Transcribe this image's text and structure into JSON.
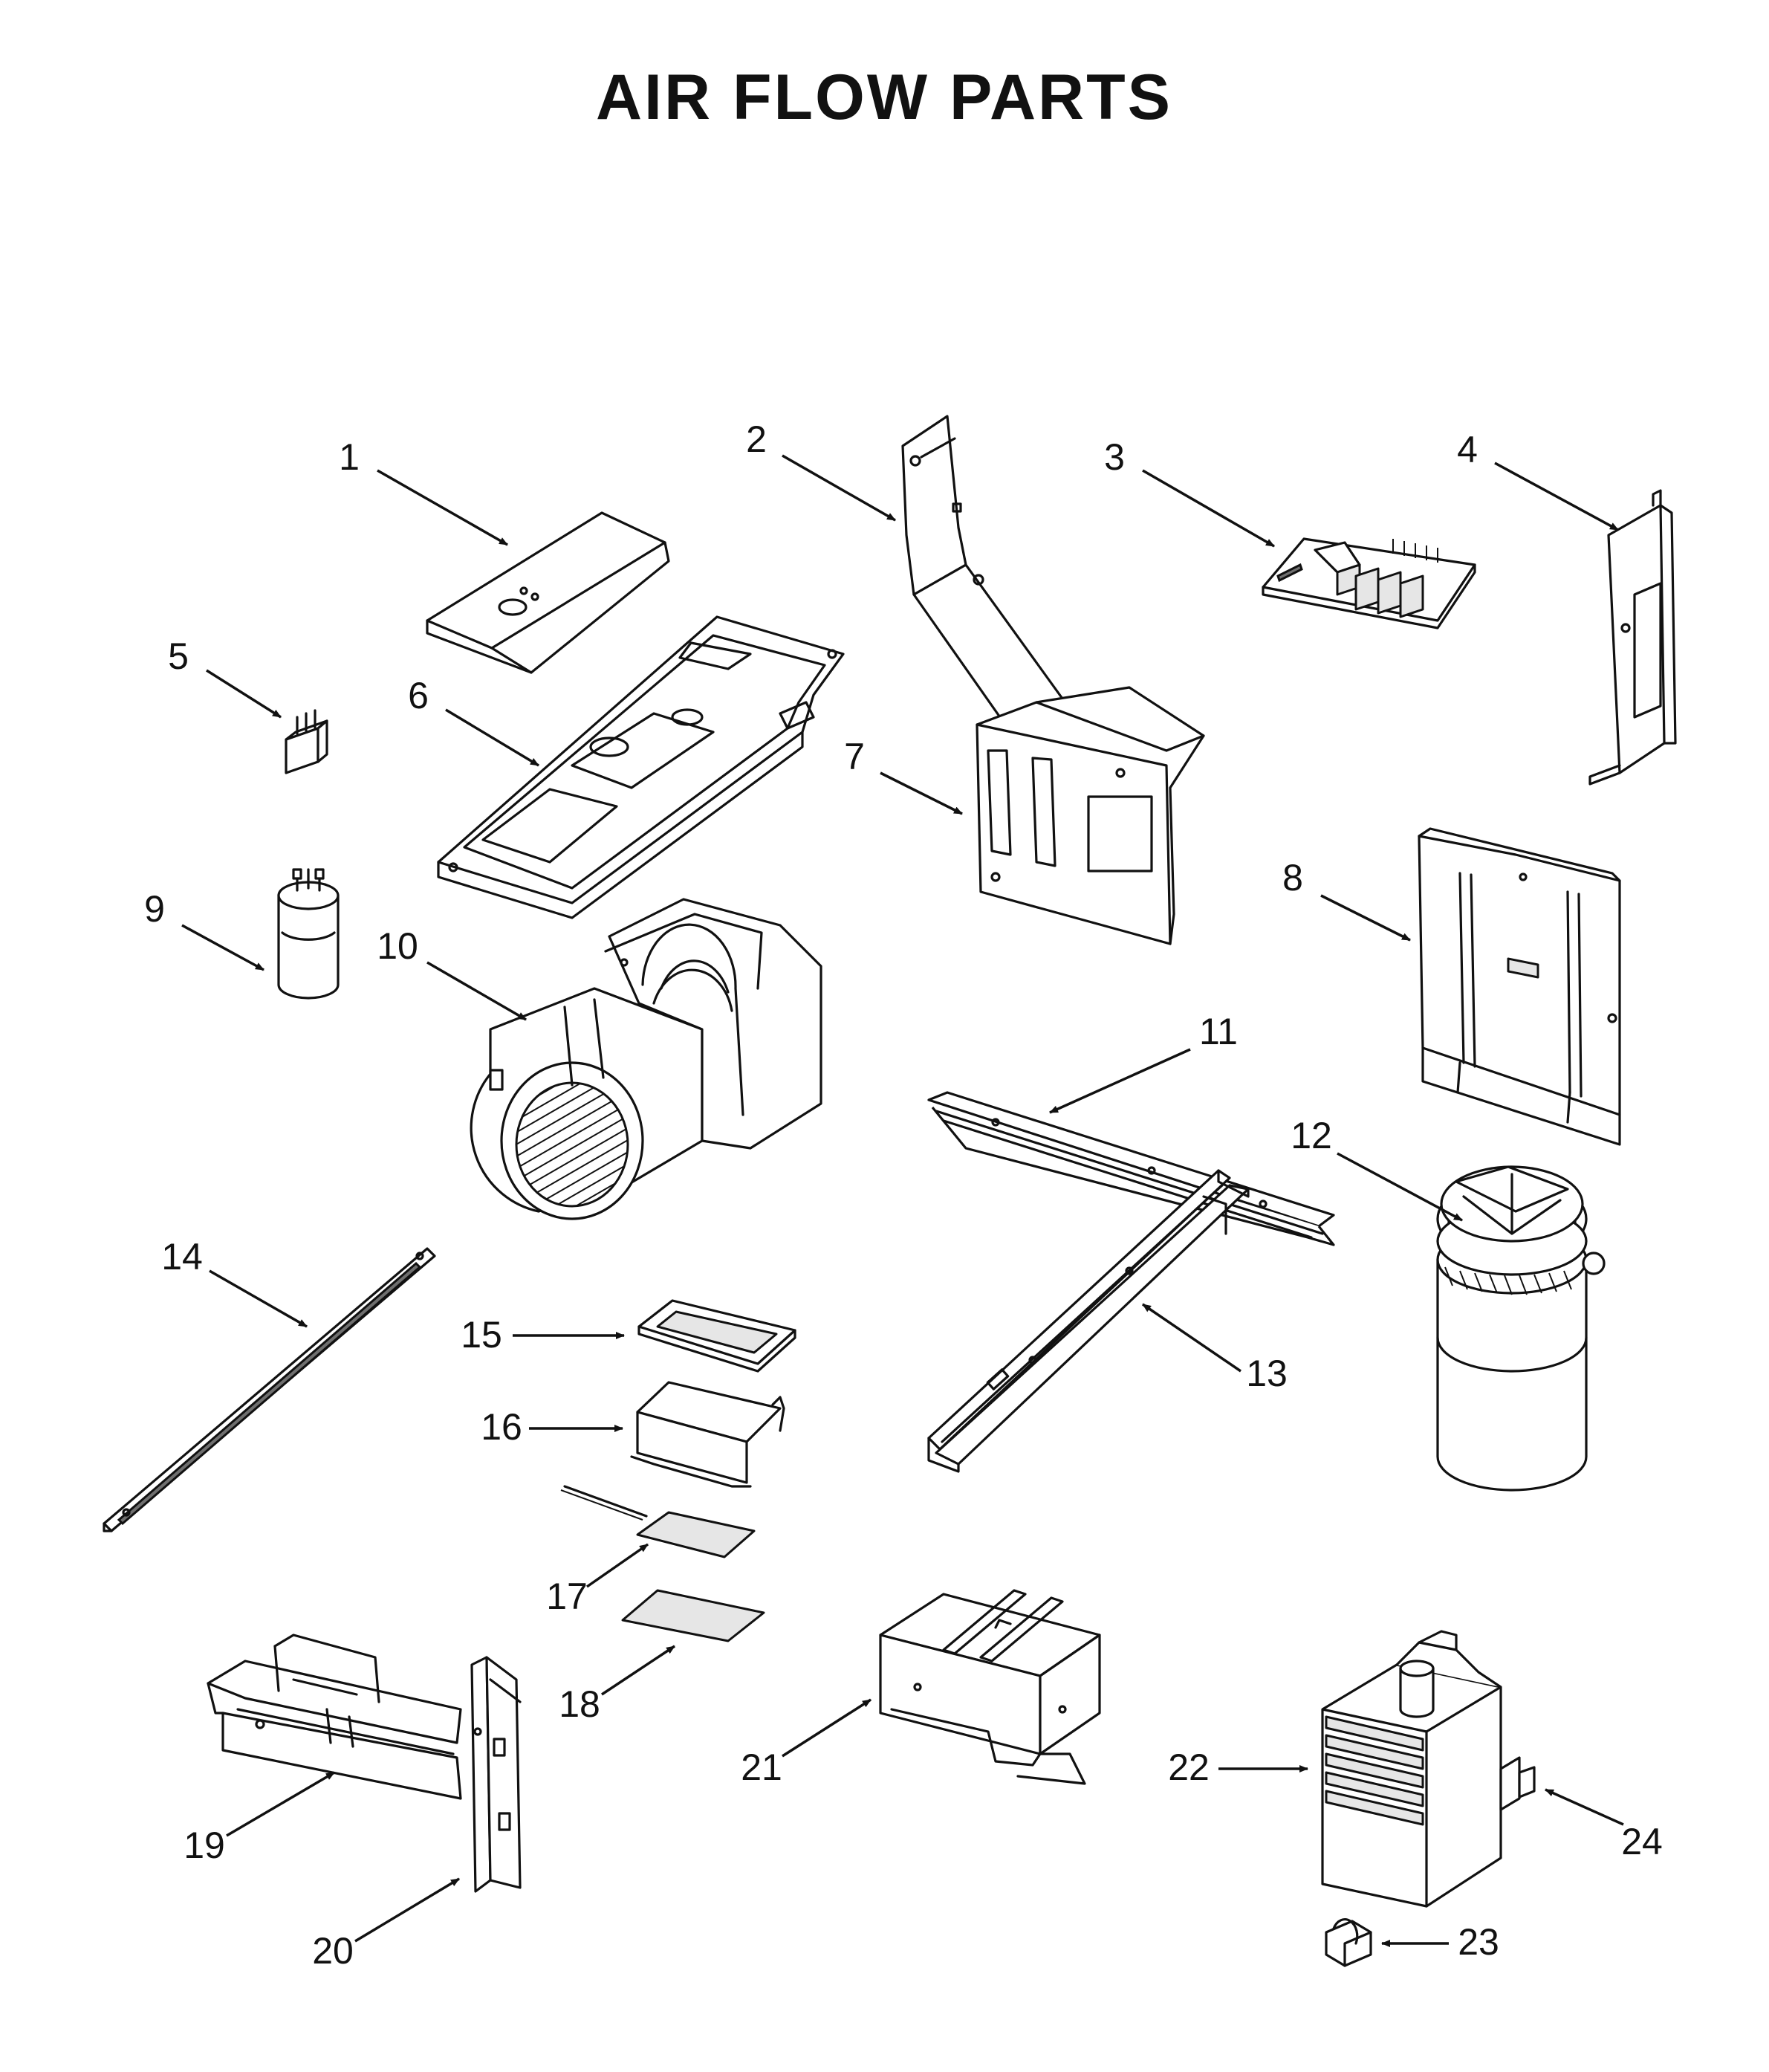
{
  "title": "AIR FLOW PARTS",
  "callouts": [
    "1",
    "2",
    "3",
    "4",
    "5",
    "6",
    "7",
    "8",
    "9",
    "10",
    "11",
    "12",
    "13",
    "14",
    "15",
    "16",
    "17",
    "18",
    "19",
    "20",
    "21",
    "22",
    "23",
    "24"
  ]
}
